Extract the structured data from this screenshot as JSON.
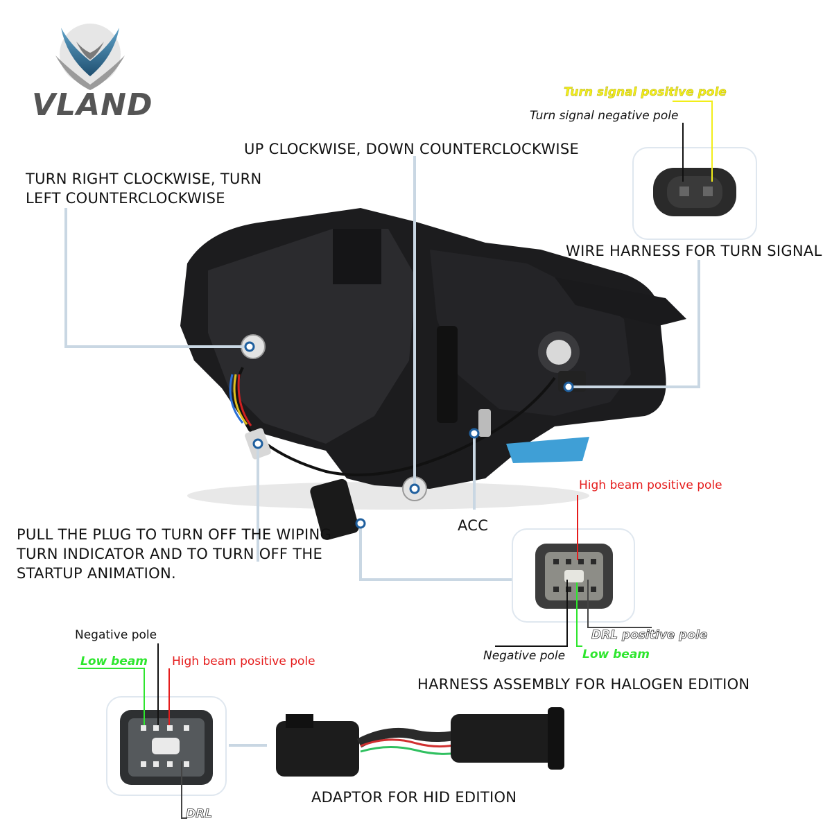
{
  "brand": {
    "name": "VLAND"
  },
  "callouts": {
    "turn_right": "TURN RIGHT CLOCKWISE, TURN\nLEFT COUNTERCLOCKWISE",
    "up_down": "UP CLOCKWISE, DOWN COUNTERCLOCKWISE",
    "turn_signal_harness": "WIRE HARNESS FOR TURN SIGNAL",
    "acc": "ACC",
    "pull_plug": "PULL THE PLUG TO TURN OFF THE WIPING\nTURN INDICATOR AND TO TURN OFF THE\nSTARTUP ANIMATION.",
    "halogen_harness": "HARNESS ASSEMBLY FOR HALOGEN EDITION",
    "hid_adaptor": "ADAPTOR FOR HID EDITION"
  },
  "turn_signal_pins": {
    "positive": "Turn signal positive pole",
    "negative": "Turn signal negative pole"
  },
  "halogen_pins": {
    "high_beam": "High beam positive pole",
    "drl": "DRL positive pole",
    "low_beam": "Low beam",
    "negative": "Negative pole"
  },
  "hid_pins": {
    "negative": "Negative pole",
    "low_beam": "Low beam",
    "high_beam": "High beam positive pole",
    "drl": "DRL"
  },
  "colors": {
    "leader_line": "#c9d7e3",
    "positive": "#e51c1c",
    "low_beam": "#2ee62e",
    "turn_positive": "#f2ee1a",
    "logo_blue": "#3d7fa6"
  }
}
